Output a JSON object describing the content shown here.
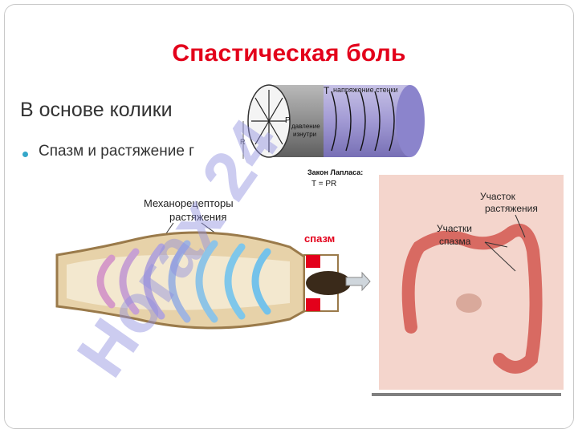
{
  "slide": {
    "title": "Спастическая боль",
    "heading": "В основе колики",
    "bullet": "Спазм и растяжение г"
  },
  "laplace_figure": {
    "wall_tension_label": "напряжение стенки",
    "T_symbol": "T",
    "P_symbol": "P",
    "R_symbol": "R",
    "inner_pressure_label_1": "давление",
    "inner_pressure_label_2": "изнутри",
    "law_label": "Закон Лапласа:",
    "formula": "T = PR"
  },
  "tube_figure": {
    "mechanoreceptors_label_1": "Механорецепторы",
    "mechanoreceptors_label_2": "растяжения",
    "spasm_label": "спазм"
  },
  "colon_figure": {
    "stretch_area_label_1": "Участок",
    "stretch_area_label_2": "растяжения",
    "spasm_areas_label_1": "Участки",
    "spasm_areas_label_2": "спазма"
  },
  "watermark": {
    "text": "Ногах 24",
    "color": "#8f8fe0"
  },
  "colors": {
    "title": "#e3001b",
    "accent": "#35a7c9",
    "spasm": "#e3001b"
  }
}
